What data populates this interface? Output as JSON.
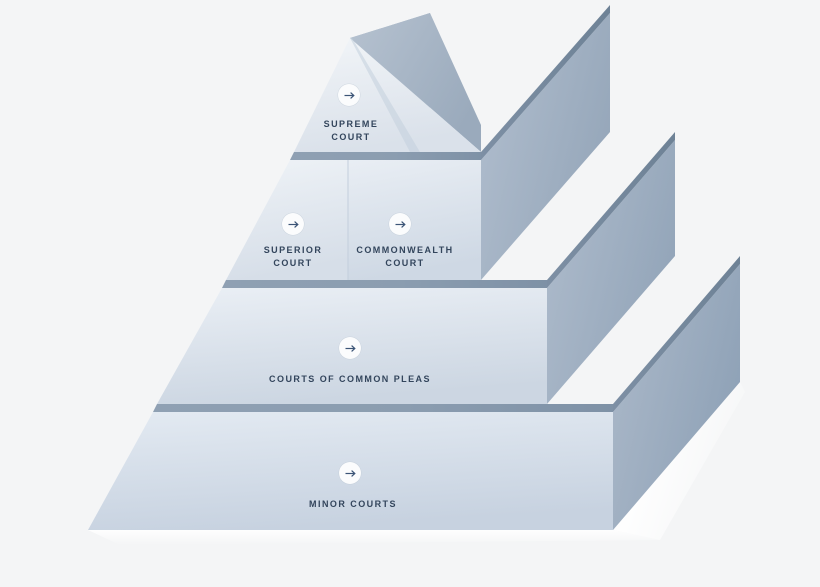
{
  "diagram": {
    "title": "Pennsylvania Court System Hierarchy Pyramid",
    "type": "pyramid-hierarchy",
    "background_color": "#f4f5f6",
    "text_color": "#33455c",
    "levels": 4
  },
  "tiers": [
    {
      "id": "supreme-court",
      "rank": 1,
      "label": "SUPREME\nCOURT",
      "icon": "arrow-right-icon",
      "segments": 1
    },
    {
      "id": "intermediate-appellate",
      "rank": 2,
      "segments": 2,
      "courts": [
        {
          "id": "superior-court",
          "label": "SUPERIOR\nCOURT",
          "icon": "arrow-right-icon"
        },
        {
          "id": "commonwealth-court",
          "label": "COMMONWEALTH\nCOURT",
          "icon": "arrow-right-icon"
        }
      ]
    },
    {
      "id": "courts-of-common-pleas",
      "rank": 3,
      "label": "COURTS OF COMMON PLEAS",
      "icon": "arrow-right-icon",
      "segments": 1
    },
    {
      "id": "minor-courts",
      "rank": 4,
      "label": "MINOR COURTS",
      "icon": "arrow-right-icon",
      "segments": 1
    }
  ],
  "palette": {
    "face_light_top": "#eef1f5",
    "face_light_bottom": "#ced7e2",
    "side_dark": "#9dadbf",
    "side_mid": "#aebbca",
    "divider_band": "#8d9fb2",
    "divider_band_shadow": "#7e91a6",
    "arrow_circle": "#fbfcfd",
    "arrow_stroke": "#3b5476"
  }
}
